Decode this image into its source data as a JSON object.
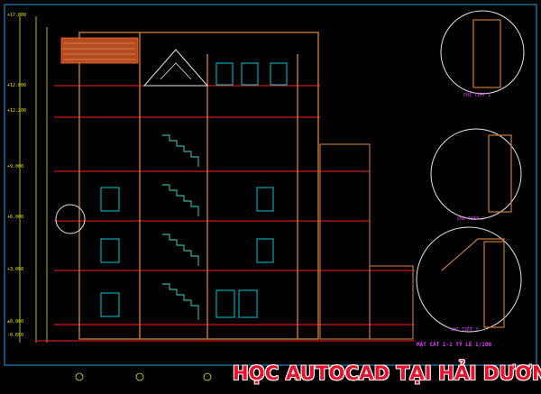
{
  "drawing": {
    "title": "MẶT CẮT 1-1 TỶ LỆ 1/100",
    "levels": [
      "+17.800",
      "+12.800",
      "+12.200",
      "+9.000",
      "+6.000",
      "+3.000",
      "±0.000",
      "-0.650"
    ],
    "detail_labels": [
      "CHI TIẾT 1",
      "CHI TIẾT 2",
      "CHI TIẾT 3"
    ],
    "colors": {
      "background": "#000000",
      "dimension": "#e8e800",
      "section_red": "#ff2020",
      "wall": "#c87a3a",
      "stair": "#40e0d0",
      "window": "#00c8d8",
      "frame": "#2aa0e0",
      "label": "#e040ff",
      "note": "#e6e6e6"
    }
  },
  "watermark": {
    "text": "HỌC AUTOCAD TẠI HẢI DƯƠNG",
    "color": "#e8102a"
  }
}
